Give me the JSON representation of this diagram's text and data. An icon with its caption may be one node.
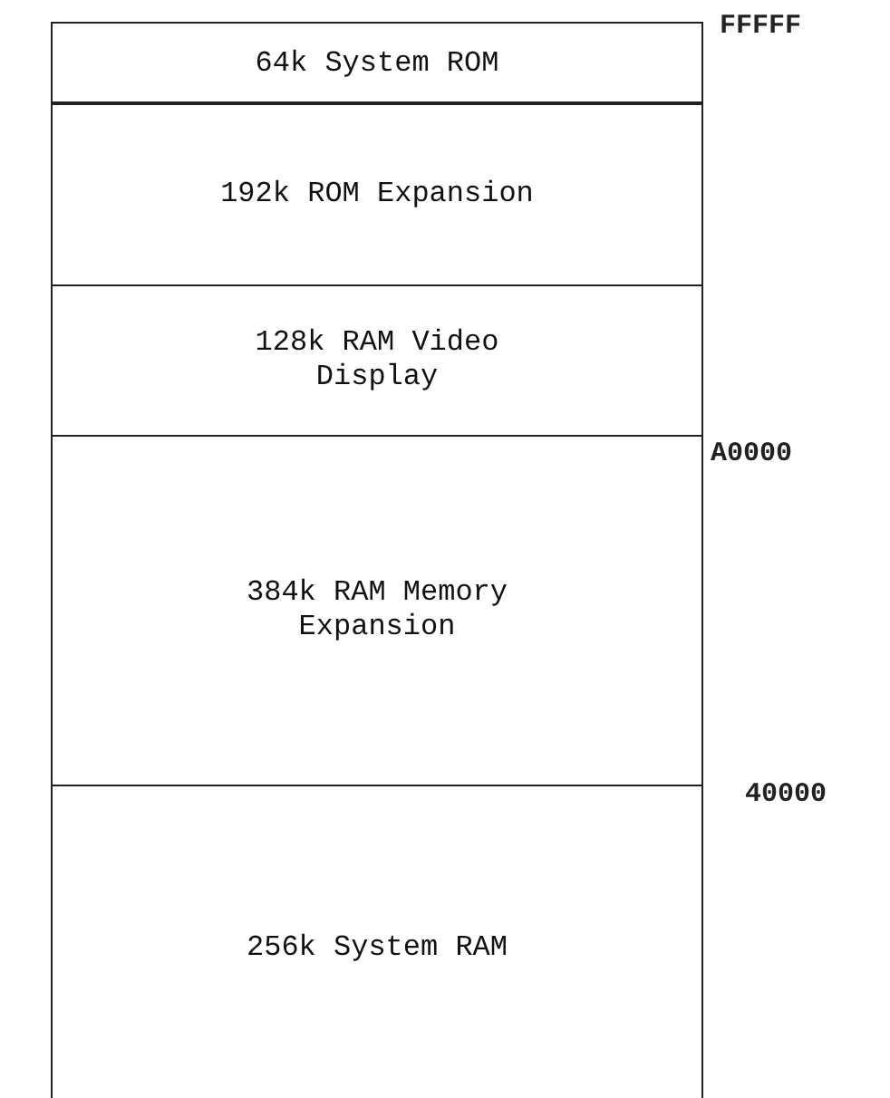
{
  "diagram": {
    "nodes": [
      {
        "text": [
          "64k System ROM"
        ]
      },
      {
        "text": [
          "192k ROM Expansion"
        ]
      },
      {
        "text": [
          "128k RAM Video Display"
        ]
      },
      {
        "text": [
          "384k RAM Memory Expansion"
        ]
      },
      {
        "text": [
          "256k System RAM"
        ]
      }
    ],
    "labels": [
      "FFFFF",
      "A0000",
      "40000"
    ]
  }
}
